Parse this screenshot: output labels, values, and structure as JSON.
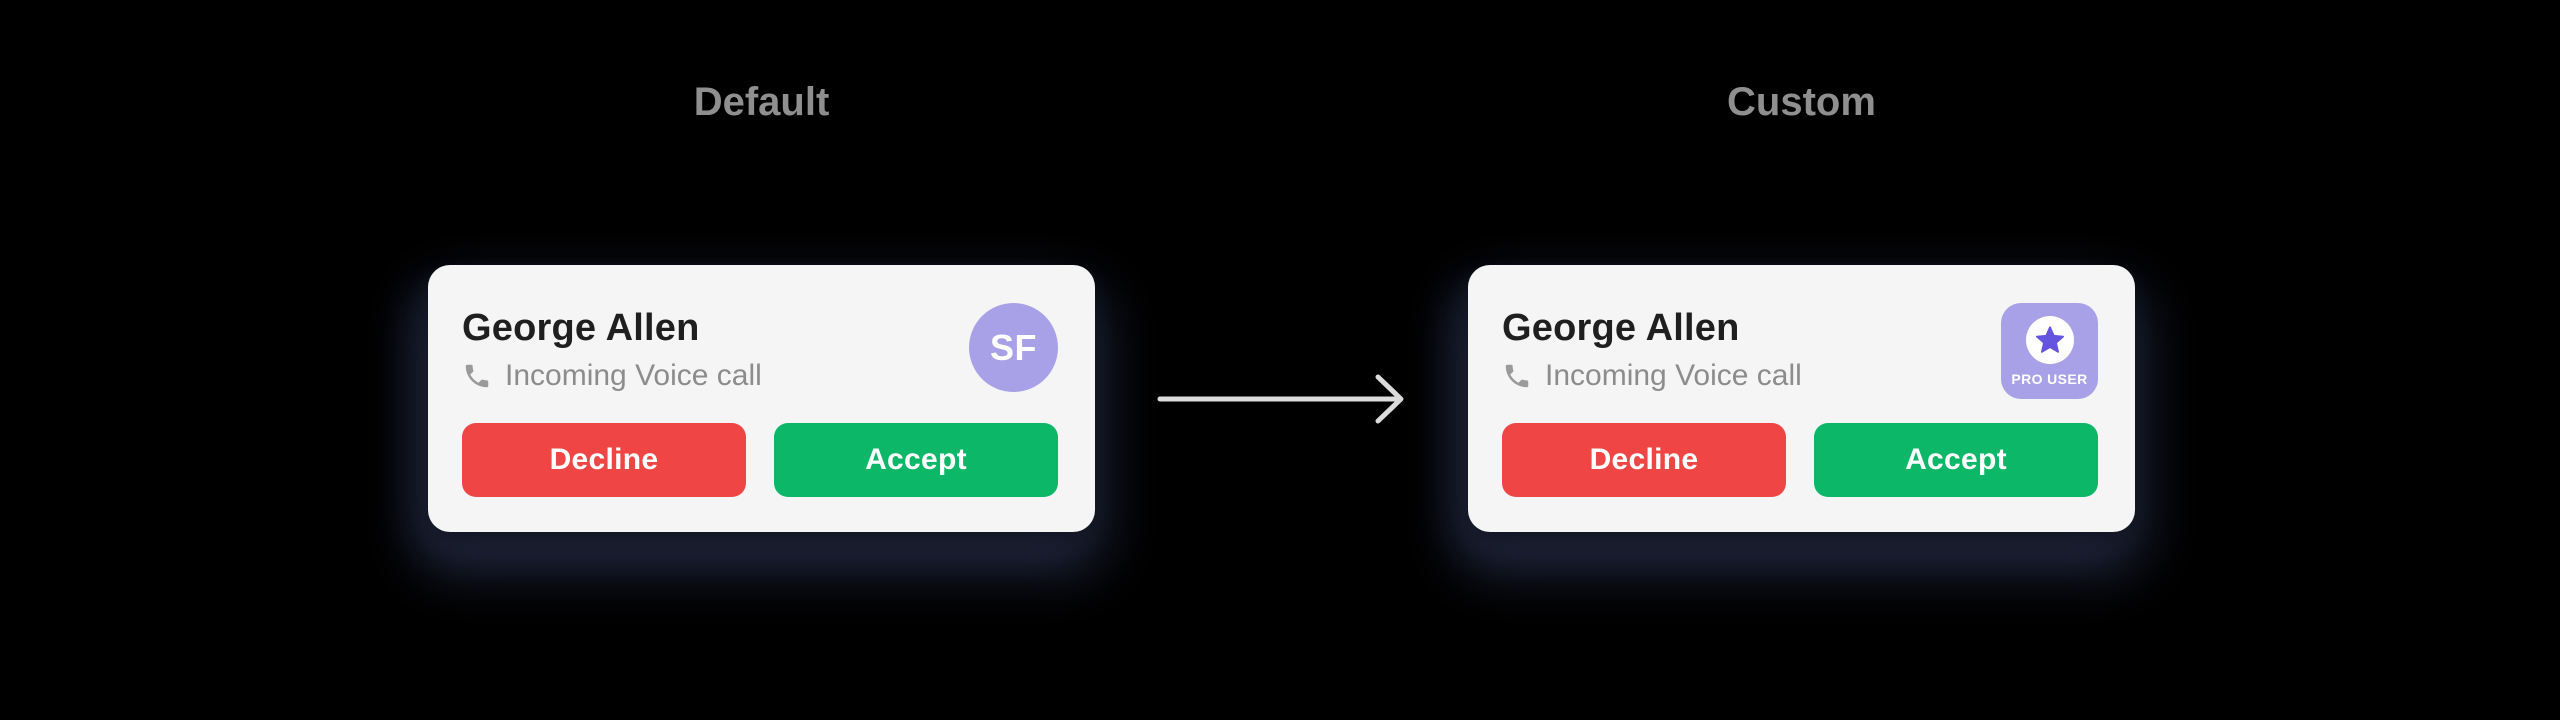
{
  "page": {
    "background_color": "#000000",
    "card_background_color": "#F5F5F6"
  },
  "colors": {
    "heading_text": "#8F8F8F",
    "name_text": "#1F1F1F",
    "subtitle_text": "#8C8C8C",
    "decline_button": "#EF4645",
    "accept_button": "#0DB768",
    "avatar_background": "#A9A1E8",
    "badge_background": "#A9A1E8",
    "star_color": "#6454DF",
    "arrow_color": "#DCDCDC"
  },
  "icons": {
    "phone": "phone-receiver-icon",
    "star": "star-icon",
    "arrow": "arrow-right-icon"
  },
  "default_panel": {
    "heading": "Default",
    "card": {
      "name": "George Allen",
      "subtitle": "Incoming Voice call",
      "avatar_initials": "SF",
      "decline_label": "Decline",
      "accept_label": "Accept"
    }
  },
  "custom_panel": {
    "heading": "Custom",
    "card": {
      "name": "George Allen",
      "subtitle": "Incoming Voice call",
      "badge_label": "PRO USER",
      "decline_label": "Decline",
      "accept_label": "Accept"
    }
  }
}
